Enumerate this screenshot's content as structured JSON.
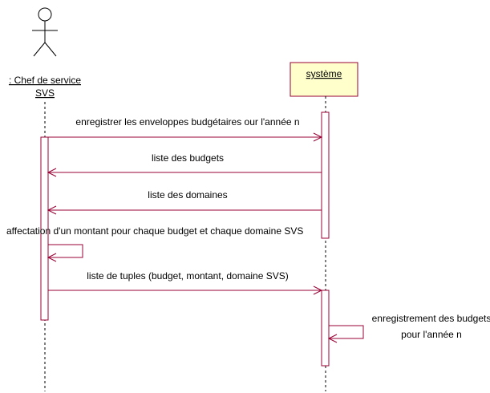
{
  "actors": [
    {
      "name_line1": ": Chef de service",
      "name_line2": "SVS"
    }
  ],
  "objects": [
    {
      "name": "système"
    }
  ],
  "messages": [
    {
      "label": "enregistrer les enveloppes budgétaires our l'année n"
    },
    {
      "label": "liste des budgets"
    },
    {
      "label": "liste des domaines"
    },
    {
      "label": "affectation d'un montant pour chaque budget et chaque domaine SVS"
    },
    {
      "label": "liste de tuples (budget, montant, domaine SVS)"
    },
    {
      "label_line1": "enregistrement des budgets",
      "label_line2": "pour l'année n"
    }
  ],
  "colors": {
    "message": "#990033",
    "lifeline": "#000000",
    "object_fill": "#ffffcc",
    "object_stroke": "#990033",
    "activation_stroke": "#990033"
  }
}
